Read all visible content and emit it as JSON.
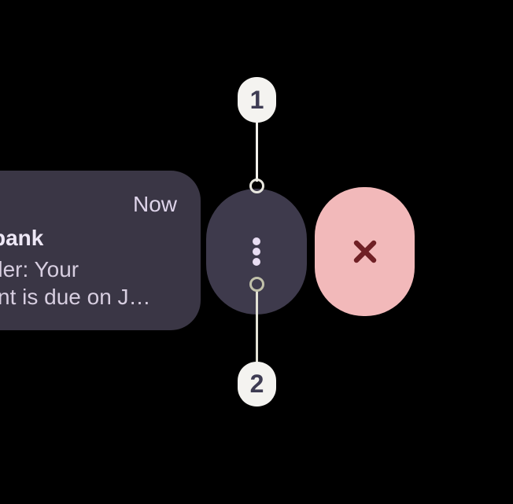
{
  "colors": {
    "background": "#000000",
    "card_bg": "#3a3645",
    "menu_pill_bg": "#3e3a4c",
    "dismiss_pill_bg": "#f2b9ba",
    "dismiss_icon": "#702025",
    "dots": "#e8ddf2",
    "text_title": "#eee8f6",
    "text_time": "#ded4ea",
    "text_body": "#d7cee0",
    "badge_bg": "#f4f3f0",
    "badge_text": "#3e3c53",
    "connector_1": "#f2f1ec",
    "connector_2": "#e3e2d6",
    "ring_1": "#e8e7df",
    "ring_2": "#c1c1aa"
  },
  "notification": {
    "timestamp": "Now",
    "title": "bank",
    "body_lines": [
      "der: Your",
      "nt is due on J…"
    ]
  },
  "icons": {
    "menu": "more-vert-icon",
    "dismiss": "close-icon"
  },
  "callouts": [
    {
      "label": "1"
    },
    {
      "label": "2"
    }
  ]
}
